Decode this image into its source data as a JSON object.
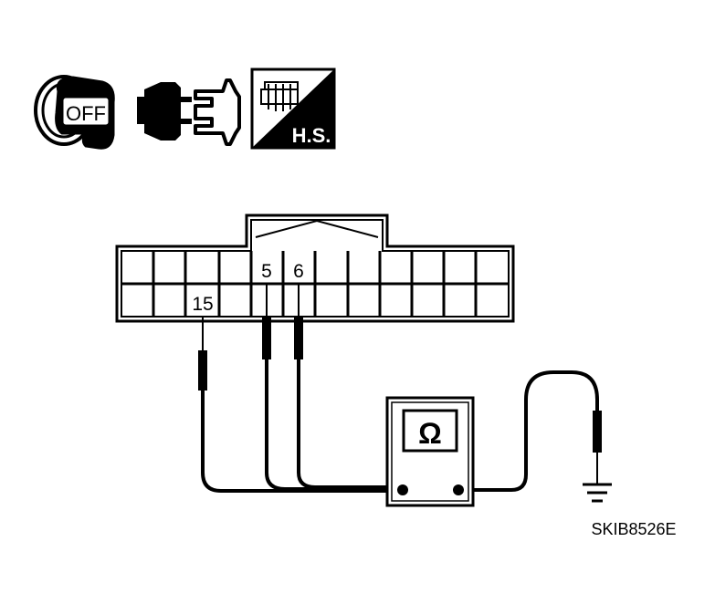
{
  "icons": {
    "ignition": {
      "name": "ignition-key-icon",
      "text": "OFF"
    },
    "connector": {
      "name": "disconnect-connector-icon"
    },
    "harness": {
      "name": "harness-side-icon",
      "text": "H.S."
    }
  },
  "connector": {
    "pins": [
      {
        "label": "5"
      },
      {
        "label": "6"
      },
      {
        "label": "15"
      }
    ]
  },
  "meter": {
    "symbol": "Ω",
    "name": "ohmmeter"
  },
  "ground": {
    "name": "ground-symbol"
  },
  "figure_id": "SKIB8526E"
}
